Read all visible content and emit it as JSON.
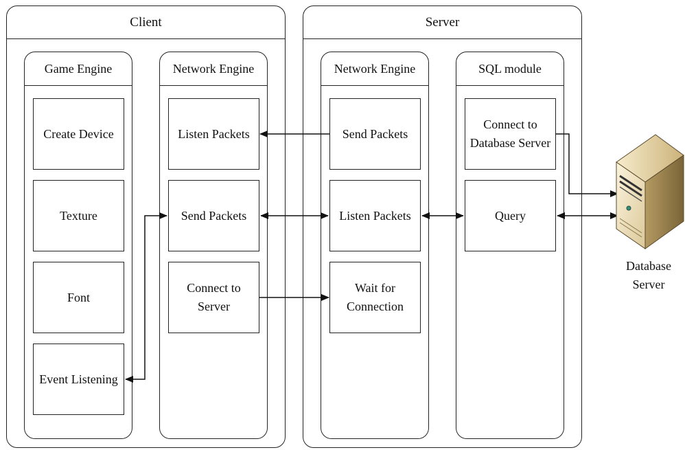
{
  "client": {
    "title": "Client",
    "game_engine": {
      "title": "Game Engine",
      "items": [
        "Create Device",
        "Texture",
        "Font",
        "Event Listening"
      ]
    },
    "network_engine": {
      "title": "Network Engine",
      "items": [
        "Listen Packets",
        "Send Packets",
        "Connect to\nServer"
      ]
    }
  },
  "server": {
    "title": "Server",
    "network_engine": {
      "title": "Network Engine",
      "items": [
        "Send Packets",
        "Listen Packets",
        "Wait for\nConnection"
      ]
    },
    "sql_module": {
      "title": "SQL module",
      "items": [
        "Connect to\nDatabase Server",
        "Query"
      ]
    }
  },
  "database_server": {
    "label": "Database\nServer",
    "icon": "server-tower-icon"
  }
}
